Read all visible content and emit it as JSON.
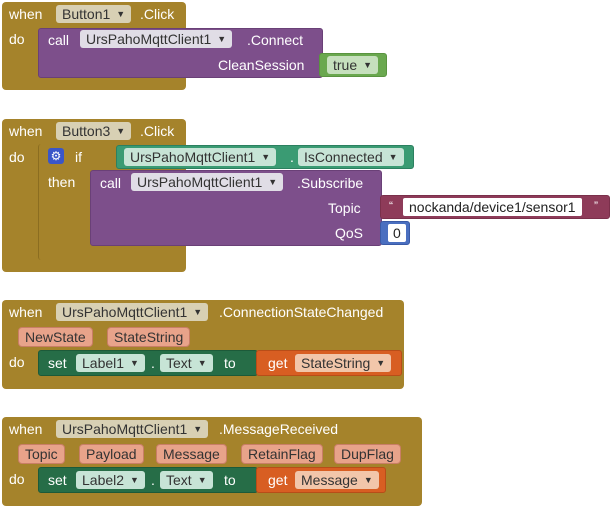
{
  "block1": {
    "when": "when",
    "component": "Button1",
    "event": ".Click",
    "do": "do",
    "call": "call",
    "client": "UrsPahoMqttClient1",
    "method": ".Connect",
    "param": "CleanSession",
    "value": "true"
  },
  "block2": {
    "when": "when",
    "component": "Button3",
    "event": ".Click",
    "do": "do",
    "if": "if",
    "then": "then",
    "cond_client": "UrsPahoMqttClient1",
    "cond_prop": "IsConnected",
    "call": "call",
    "client": "UrsPahoMqttClient1",
    "method": ".Subscribe",
    "topic_label": "Topic",
    "topic_value": "nockanda/device1/sensor1",
    "qos_label": "QoS",
    "qos_value": "0",
    "dot": "."
  },
  "block3": {
    "when": "when",
    "component": "UrsPahoMqttClient1",
    "event": ".ConnectionStateChanged",
    "params": [
      "NewState",
      "StateString"
    ],
    "do": "do",
    "set": "set",
    "target": "Label1",
    "prop": "Text",
    "to": "to",
    "get": "get",
    "get_var": "StateString",
    "dot": "."
  },
  "block4": {
    "when": "when",
    "component": "UrsPahoMqttClient1",
    "event": ".MessageReceived",
    "params": [
      "Topic",
      "Payload",
      "Message",
      "RetainFlag",
      "DupFlag"
    ],
    "do": "do",
    "set": "set",
    "target": "Label2",
    "prop": "Text",
    "to": "to",
    "get": "get",
    "get_var": "Message",
    "dot": "."
  },
  "colors": {
    "event": "#a5832b",
    "procedure": "#7d4f8b",
    "setter": "#266d47",
    "getter": "#d85e22",
    "logic": "#6aa84f",
    "text": "#8e3b59",
    "math": "#4a6fc0"
  }
}
